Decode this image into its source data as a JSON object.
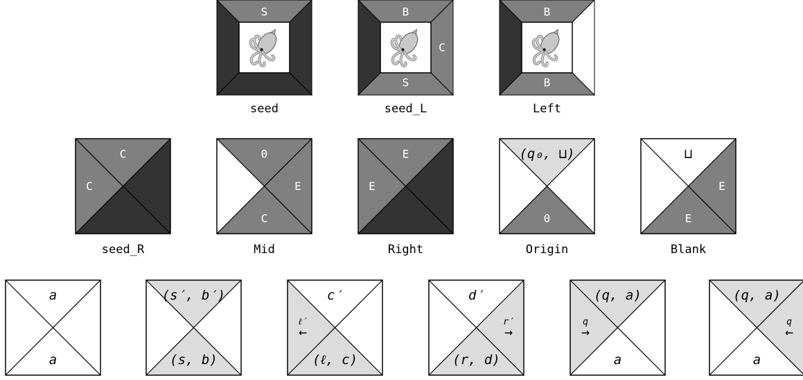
{
  "colors": {
    "black": "#333333",
    "dark": "#333333",
    "mid": "#808080",
    "light": "#dcdcdc",
    "white": "#ffffff",
    "stroke": "#000000"
  },
  "tiles": [
    {
      "id": "seed",
      "caption": "seed",
      "style": "frame",
      "faces": {
        "top": "mid",
        "right": "dark",
        "bottom": "dark",
        "left": "dark"
      },
      "labels": {
        "top": "S",
        "right": "",
        "bottom": "",
        "left": ""
      },
      "center_icon": "squid-icon"
    },
    {
      "id": "seed_L",
      "caption": "seed_L",
      "style": "frame",
      "faces": {
        "top": "mid",
        "right": "mid",
        "bottom": "mid",
        "left": "dark"
      },
      "labels": {
        "top": "B",
        "right": "C",
        "bottom": "S",
        "left": ""
      },
      "center_icon": "squid-icon"
    },
    {
      "id": "Left",
      "caption": "Left",
      "style": "frame",
      "faces": {
        "top": "mid",
        "right": "white",
        "bottom": "mid",
        "left": "dark"
      },
      "labels": {
        "top": "B",
        "right": "",
        "bottom": "B",
        "left": ""
      },
      "center_icon": "squid-icon"
    },
    {
      "id": "seed_R",
      "caption": "seed_R",
      "style": "tri",
      "faces": {
        "top": "mid",
        "right": "dark",
        "bottom": "dark",
        "left": "mid"
      },
      "labels": {
        "top": "C",
        "right": "",
        "bottom": "",
        "left": "C"
      }
    },
    {
      "id": "Mid",
      "caption": "Mid",
      "style": "tri",
      "faces": {
        "top": "mid",
        "right": "mid",
        "bottom": "mid",
        "left": "white"
      },
      "labels": {
        "top": "0",
        "right": "E",
        "bottom": "C",
        "left": ""
      }
    },
    {
      "id": "Right",
      "caption": "Right",
      "style": "tri",
      "faces": {
        "top": "mid",
        "right": "dark",
        "bottom": "dark",
        "left": "mid"
      },
      "labels": {
        "top": "E",
        "right": "",
        "bottom": "",
        "left": "E"
      }
    },
    {
      "id": "Origin",
      "caption": "Origin",
      "style": "tri",
      "faces": {
        "top": "light",
        "right": "white",
        "bottom": "mid",
        "left": "white"
      },
      "labels": {
        "top": "(q₀, ⊔)",
        "right": "",
        "bottom": "0",
        "left": ""
      },
      "math": {
        "top": true
      }
    },
    {
      "id": "Blank",
      "caption": "Blank",
      "style": "tri",
      "faces": {
        "top": "white",
        "right": "mid",
        "bottom": "mid",
        "left": "white"
      },
      "labels": {
        "top": "⊔",
        "right": "E",
        "bottom": "E",
        "left": ""
      },
      "math": {
        "top": true
      }
    },
    {
      "id": "t1",
      "caption": "",
      "style": "tri",
      "faces": {
        "top": "white",
        "right": "white",
        "bottom": "white",
        "left": "white"
      },
      "labels": {
        "top": "a",
        "right": "",
        "bottom": "a",
        "left": ""
      },
      "math": {
        "top": true,
        "bottom": true
      }
    },
    {
      "id": "t2",
      "caption": "",
      "style": "tri",
      "faces": {
        "top": "light",
        "right": "white",
        "bottom": "light",
        "left": "white"
      },
      "labels": {
        "top": "(s′, b′)",
        "right": "",
        "bottom": "(s, b)",
        "left": ""
      },
      "math": {
        "top": true,
        "bottom": true
      }
    },
    {
      "id": "t3",
      "caption": "",
      "style": "tri",
      "faces": {
        "top": "white",
        "right": "white",
        "bottom": "light",
        "left": "light"
      },
      "labels": {
        "top": "c′",
        "right": "",
        "bottom": "(ℓ, c)",
        "left": "ℓ′"
      },
      "arrows": {
        "left": "←"
      },
      "math": {
        "top": true,
        "bottom": true,
        "left": true
      }
    },
    {
      "id": "t4",
      "caption": "",
      "style": "tri",
      "faces": {
        "top": "white",
        "right": "light",
        "bottom": "light",
        "left": "white"
      },
      "labels": {
        "top": "d′",
        "right": "r′",
        "bottom": "(r, d)",
        "left": ""
      },
      "arrows": {
        "right": "→"
      },
      "math": {
        "top": true,
        "bottom": true,
        "right": true
      }
    },
    {
      "id": "t5",
      "caption": "",
      "style": "tri",
      "faces": {
        "top": "light",
        "right": "white",
        "bottom": "white",
        "left": "light"
      },
      "labels": {
        "top": "(q, a)",
        "right": "",
        "bottom": "a",
        "left": "q"
      },
      "arrows": {
        "left": "→"
      },
      "math": {
        "top": true,
        "bottom": true,
        "left": true
      }
    },
    {
      "id": "t6",
      "caption": "",
      "style": "tri",
      "faces": {
        "top": "light",
        "right": "light",
        "bottom": "white",
        "left": "white"
      },
      "labels": {
        "top": "(q, a)",
        "right": "q",
        "bottom": "a",
        "left": ""
      },
      "arrows": {
        "right": "←"
      },
      "math": {
        "top": true,
        "bottom": true,
        "right": true
      }
    }
  ]
}
